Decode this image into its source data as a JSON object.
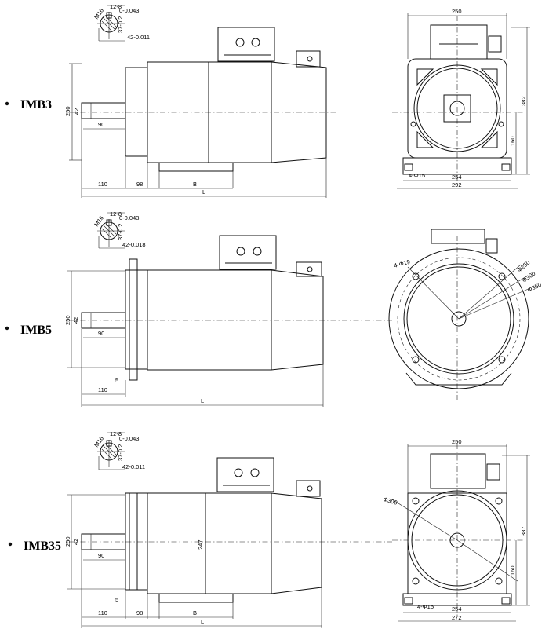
{
  "views": [
    {
      "label": "IMB3",
      "shaft": {
        "key": "12-8",
        "key_tol": "0-0.043",
        "hole": "M16",
        "depth": "42-0.011",
        "height": "37-0.2"
      },
      "side": {
        "flange_dia": "250",
        "shaft_dia": "42",
        "shaft_len": "90",
        "d110": "110",
        "d98": "98",
        "dB": "B",
        "dL": "L"
      },
      "end": {
        "width": "250",
        "height": "382",
        "base_w1": "254",
        "base_w2": "292",
        "center_h": "160",
        "holes": "4-Φ15"
      }
    },
    {
      "label": "IMB5",
      "shaft": {
        "key": "12-8",
        "key_tol": "0-0.043",
        "hole": "M16",
        "depth": "42-0.018",
        "height": "37-0.2"
      },
      "side": {
        "flange_dia": "250",
        "shaft_dia": "42",
        "shaft_len": "90",
        "d110": "110",
        "d5": "5",
        "dL": "L"
      },
      "end": {
        "d1": "Φ250",
        "d2": "Φ300",
        "d3": "Φ350",
        "holes": "4-Φ19"
      }
    },
    {
      "label": "IMB35",
      "shaft": {
        "key": "12-8",
        "key_tol": "0-0.043",
        "hole": "M16",
        "depth": "42-0.011",
        "height": "37-0.2"
      },
      "side": {
        "flange_dia": "250",
        "shaft_dia": "42",
        "shaft_len": "90",
        "d110": "110",
        "d98": "98",
        "dB": "B",
        "d5": "5",
        "dL": "L",
        "length": "247"
      },
      "end": {
        "width": "250",
        "height": "387",
        "d_pcd": "Φ300",
        "base_w1": "254",
        "base_w2": "272",
        "center_h": "160",
        "holes": "4-Φ15"
      }
    }
  ]
}
